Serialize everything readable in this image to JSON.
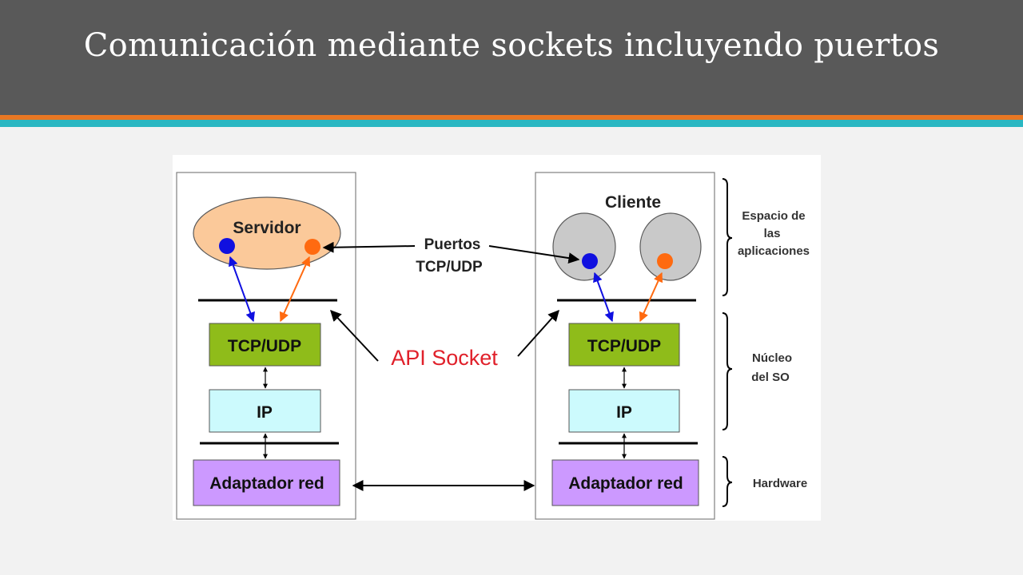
{
  "slide": {
    "title": "Comunicación mediante sockets incluyendo puertos"
  },
  "diagram": {
    "server_label": "Servidor",
    "client_label": "Cliente",
    "ports_label_line1": "Puertos",
    "ports_label_line2": "TCP/UDP",
    "api_socket_label": "API Socket",
    "left_stack": {
      "tcp_udp": "TCP/UDP",
      "ip": "IP",
      "adapter": "Adaptador red"
    },
    "right_stack": {
      "tcp_udp": "TCP/UDP",
      "ip": "IP",
      "adapter": "Adaptador red"
    },
    "brackets": {
      "apps_line1": "Espacio de",
      "apps_line2": "las",
      "apps_line3": "aplicaciones",
      "kernel_line1": "Núcleo",
      "kernel_line2": "del SO",
      "hardware": "Hardware"
    },
    "colors": {
      "tcp_udp_box": "#8fbc1a",
      "ip_box": "#ccfafd",
      "adapter_box": "#cc99ff",
      "server_fill": "#fbc99a",
      "client_fill": "#c9c9c9",
      "blue_port": "#1010e0",
      "orange_port": "#ff6a10",
      "api_socket_text": "#e0202a"
    }
  }
}
